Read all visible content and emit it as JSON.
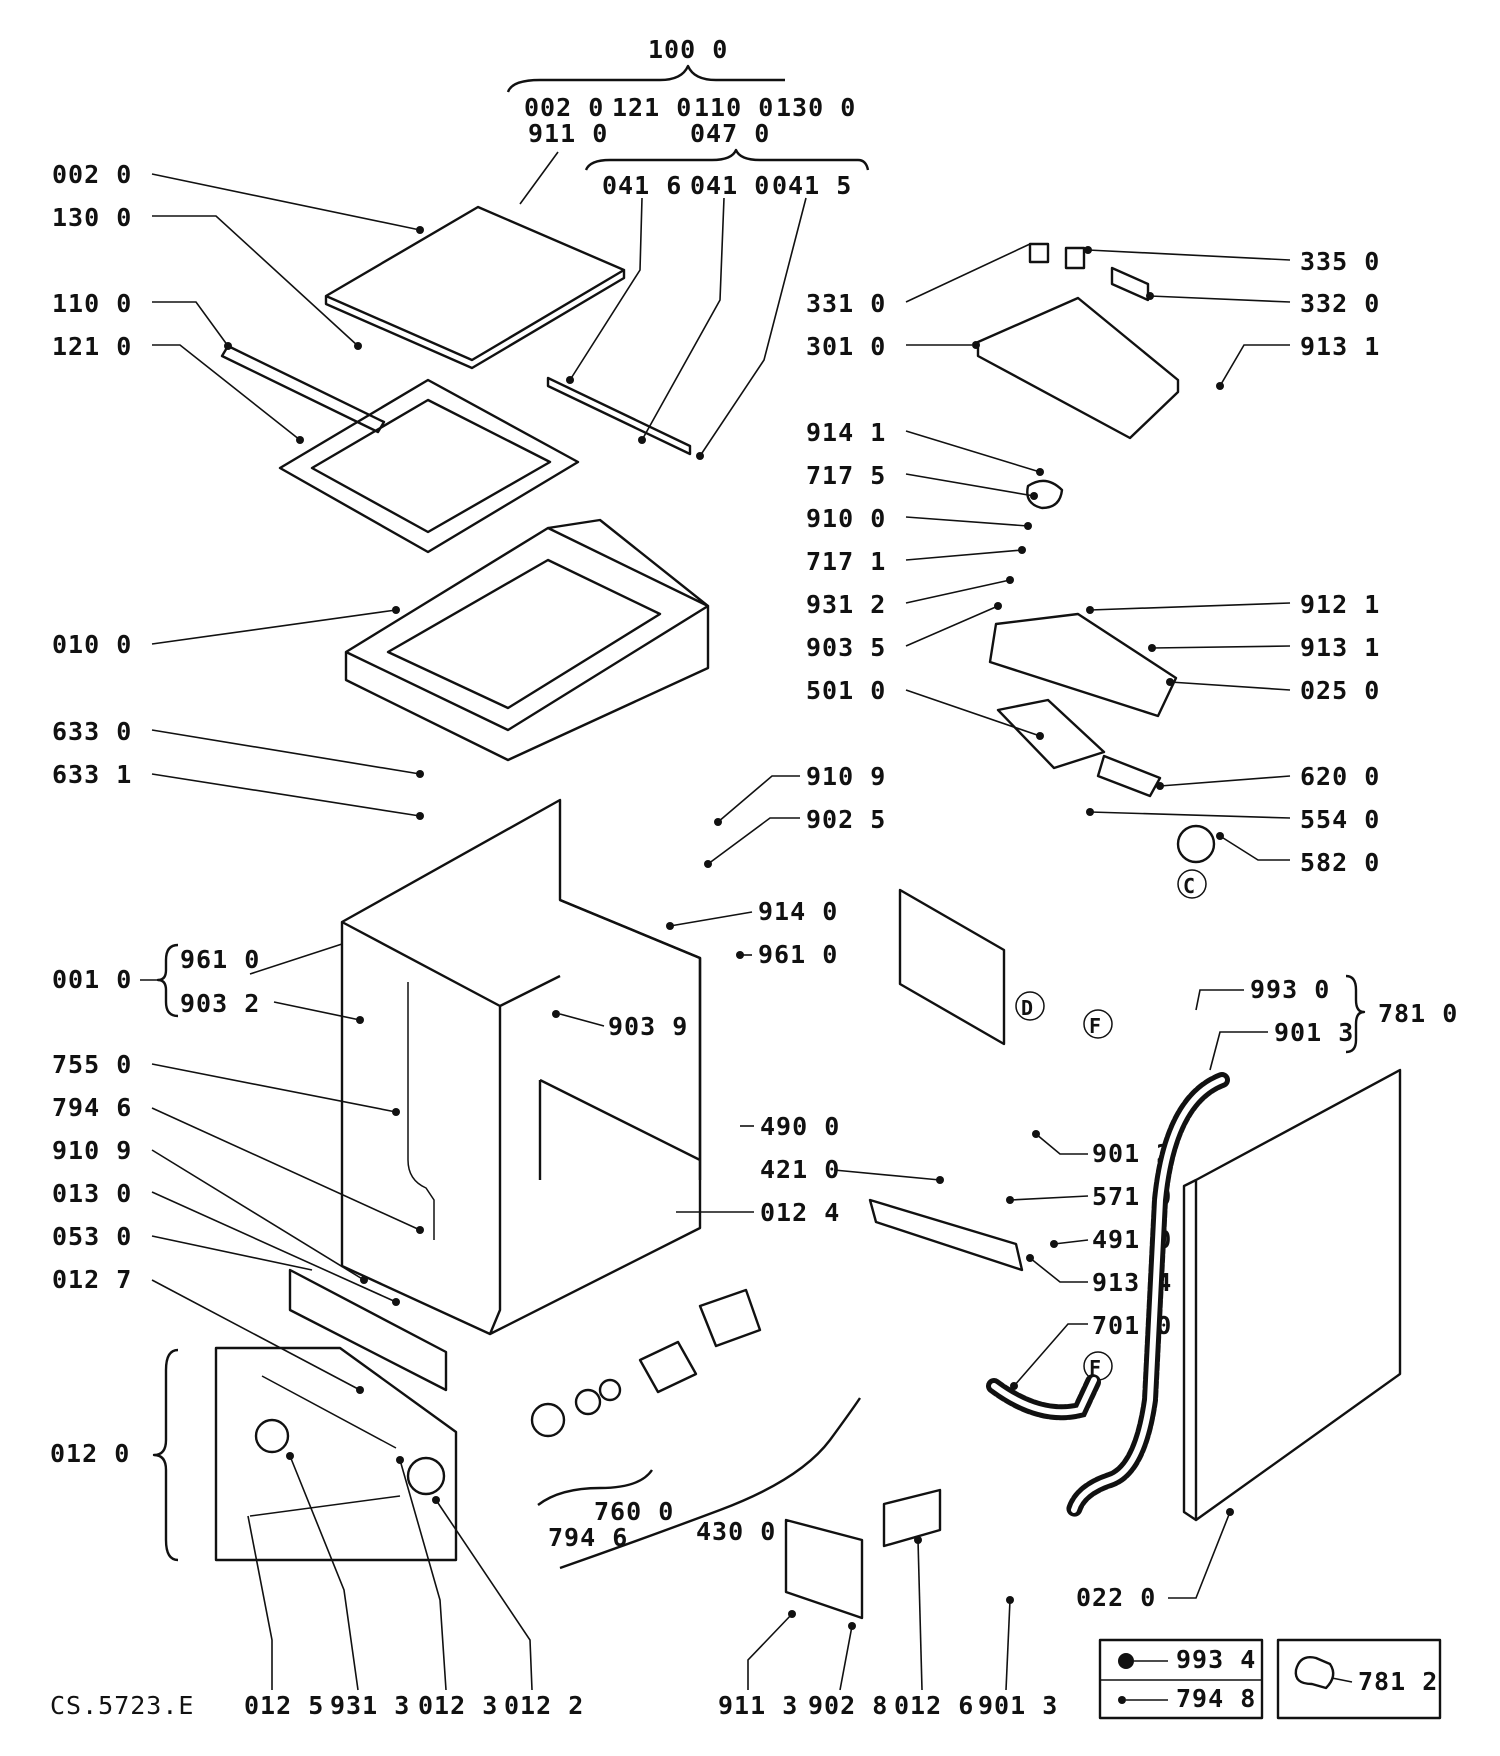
{
  "drawing_code": "CS.5723.E",
  "groups": {
    "g1000": {
      "parent": "100 0",
      "row1": [
        "002 0",
        "121 0",
        "110 0",
        "130 0"
      ],
      "row2": [
        "911 0",
        "047 0"
      ]
    },
    "g0470": {
      "items": [
        "041 6",
        "041 0",
        "041 5"
      ]
    },
    "g0010": {
      "parent": "001 0",
      "items": [
        "961 0",
        "903 2"
      ]
    },
    "g7810": {
      "parent": "781 0",
      "items": [
        "993 0",
        "901 3"
      ]
    },
    "g0120": {
      "parent": "012 0"
    },
    "g7600": {
      "label": "760 0",
      "sub": "794 6"
    },
    "g4300": {
      "label": "430 0"
    }
  },
  "left_labels": [
    "002 0",
    "130 0",
    "110 0",
    "121 0",
    "010 0",
    "633 0",
    "633 1",
    "755 0",
    "794 6",
    "910 9",
    "013 0",
    "053 0",
    "012 7"
  ],
  "mid_labels": [
    "331 0",
    "301 0",
    "914 1",
    "717 5",
    "910 0",
    "717 1",
    "931 2",
    "903 5",
    "501 0"
  ],
  "right_labels": [
    "335 0",
    "332 0",
    "913 1",
    "912 1",
    "913 1",
    "025 0",
    "620 0",
    "554 0",
    "582 0"
  ],
  "center_labels": [
    "910 9",
    "902 5",
    "914 0",
    "961 0",
    "903 9",
    "490 0",
    "421 0",
    "012 4",
    "901 2",
    "571 0",
    "491 0",
    "913 4",
    "701 0",
    "022 0"
  ],
  "bottom_labels": [
    "012 5",
    "931 3",
    "012 3",
    "012 2",
    "911 3",
    "902 8",
    "012 6",
    "901 3"
  ],
  "connector_marks": [
    "C",
    "D",
    "F",
    "F"
  ],
  "legend": {
    "items": [
      "993 4",
      "794 8"
    ],
    "box2": "781 2"
  }
}
